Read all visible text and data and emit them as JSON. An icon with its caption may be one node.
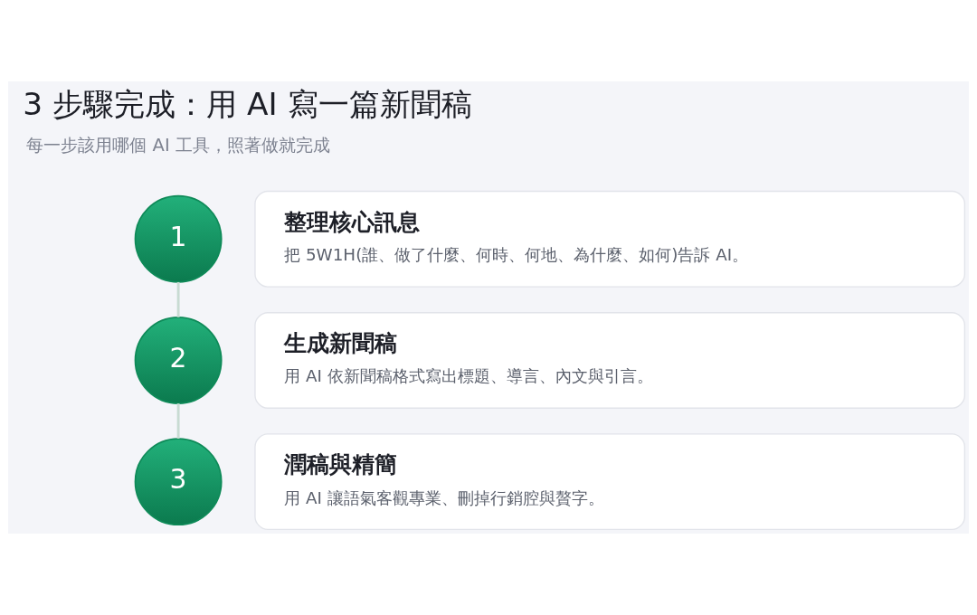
{
  "diagram": {
    "title": "3 步驟完成：用 AI 寫一篇新聞稿",
    "nodes": [
      {
        "text": [
          "1"
        ]
      },
      {
        "text": [
          "整理核心訊息",
          "把 5W1H(誰、做了什麼、何時、何地、為什麼、如何)告訴 AI。"
        ]
      },
      {
        "text": [
          "2"
        ]
      },
      {
        "text": [
          "生成新聞稿",
          "用 AI 依新聞稿格式寫出標題、導言、內文與引言。"
        ]
      },
      {
        "text": [
          "3"
        ]
      },
      {
        "text": [
          "潤稿與精簡",
          "用 AI 讓語氣客觀專業、刪掉行銷腔與贅字。"
        ]
      }
    ],
    "edges": [
      {
        "from": 0,
        "to": 2,
        "arrow": "none"
      },
      {
        "from": 2,
        "to": 4,
        "arrow": "none"
      }
    ],
    "labels": [
      "每一步該用哪個 AI 工具，照著做就完成"
    ]
  }
}
